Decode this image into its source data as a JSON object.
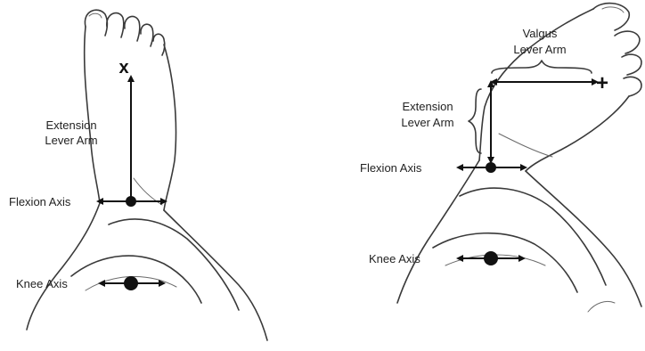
{
  "left_panel": {
    "extension_label_line1": "Extension",
    "extension_label_line2": "Lever Arm",
    "flexion_axis_label": "Flexion Axis",
    "knee_axis_label": "Knee Axis",
    "marker_glyph": "x"
  },
  "right_panel": {
    "valgus_label_line1": "Valgus",
    "valgus_label_line2": "Lever Arm",
    "extension_label_line1": "Extension",
    "extension_label_line2": "Lever Arm",
    "flexion_axis_label": "Flexion Axis",
    "knee_axis_label": "Knee Axis",
    "marker_glyph": "+"
  }
}
